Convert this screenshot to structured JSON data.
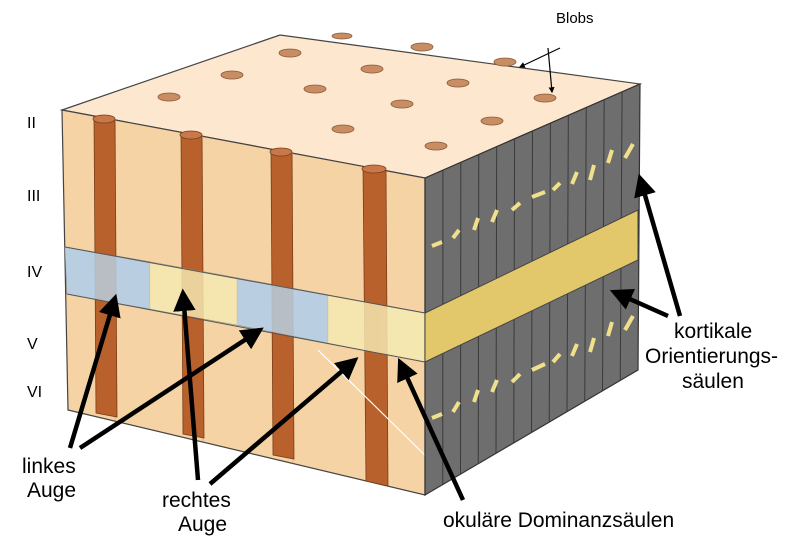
{
  "labels": {
    "blobs": "Blobs",
    "layers": [
      "II",
      "III",
      "IV",
      "V",
      "VI"
    ],
    "left_eye": [
      "linkes",
      "Auge"
    ],
    "right_eye": [
      "rechtes",
      "Auge"
    ],
    "orientation_columns": [
      "kortikale",
      "Orientierungs-",
      "säulen"
    ],
    "dominance_columns": "okuläre Dominanzsäulen"
  },
  "colors": {
    "top_face": "#fde7cf",
    "blob": "#c98d63",
    "front_face": "#f5d3a4",
    "front_stripe": "#e6bf8f",
    "column": "#b8612d",
    "left_eye_band": "#b9cfe1",
    "right_eye_band": "#f5e6b0",
    "side_face": "#6e6e6e",
    "side_band": "#e2c86a",
    "dash": "#f0e08c",
    "arrow": "#000000"
  }
}
